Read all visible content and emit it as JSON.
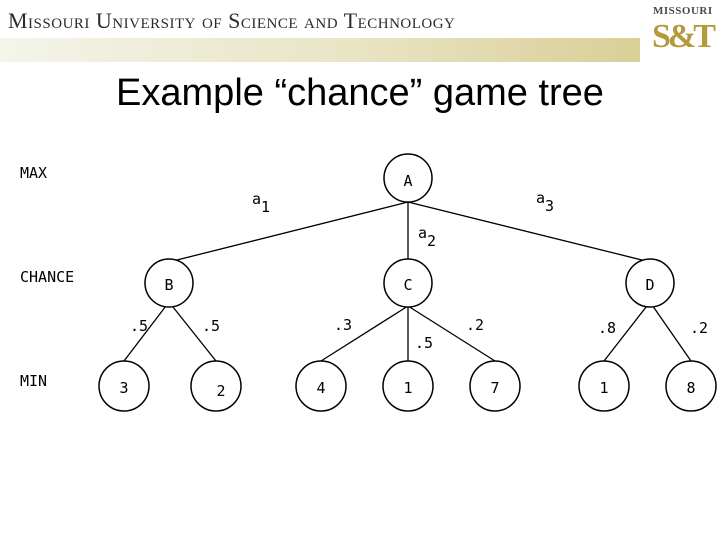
{
  "header": {
    "university_name": "Missouri University of Science and Technology",
    "logo_top": "MISSOURI",
    "logo_mark": "S&T"
  },
  "title": "Example “chance” game tree",
  "levels": {
    "max": "MAX",
    "chance": "CHANCE",
    "min": "MIN"
  },
  "nodes": {
    "root": "A",
    "chance_b": "B",
    "chance_c": "C",
    "chance_d": "D",
    "min": [
      "3",
      "2",
      "4",
      "1",
      "7",
      "1",
      "8"
    ]
  },
  "actions": {
    "a1": {
      "letter": "a",
      "sub": "1"
    },
    "a2": {
      "letter": "a",
      "sub": "2"
    },
    "a3": {
      "letter": "a",
      "sub": "3"
    }
  },
  "probabilities": [
    ".5",
    ".5",
    ".3",
    ".5",
    ".2",
    ".8",
    ".2"
  ],
  "colors": {
    "line": "#000000",
    "header_gold": "#b49a3c"
  }
}
